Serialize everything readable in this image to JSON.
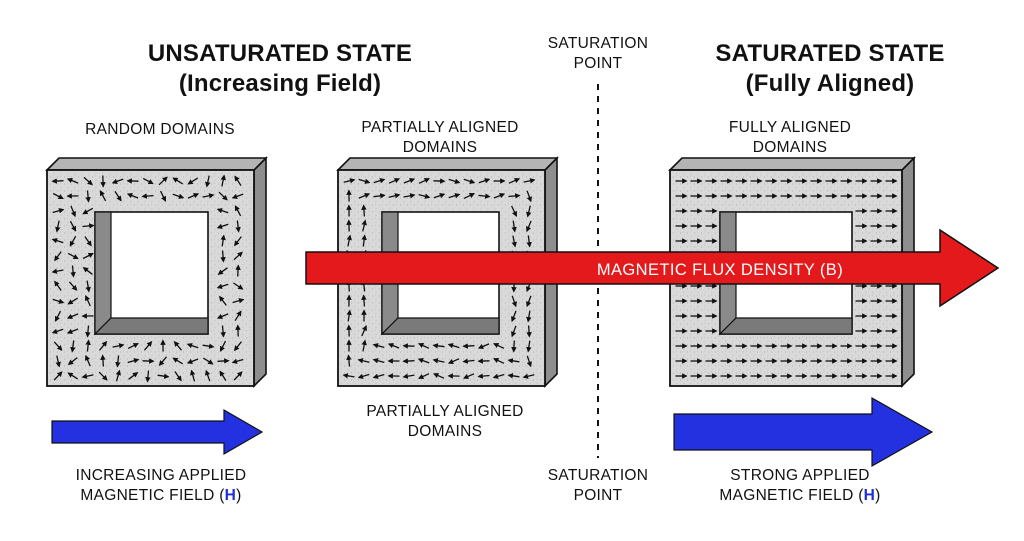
{
  "colors": {
    "flux_arrow": "#e3191b",
    "field_arrow": "#2431e0",
    "core_face": "#d9d9d9",
    "core_side": "#8e8e8e",
    "core_top": "#b4b4b4",
    "h_symbol": "#1c2fd6"
  },
  "headings": {
    "unsaturated_title": "UNSATURATED STATE",
    "unsaturated_sub": "(Increasing Field)",
    "saturated_title": "SATURATED STATE",
    "saturated_sub": "(Fully Aligned)"
  },
  "cores": {
    "random": {
      "label": "RANDOM DOMAINS",
      "arrow_style": "random"
    },
    "partial": {
      "label_line1": "PARTIALLY ALIGNED",
      "label_line2": "DOMAINS",
      "arrow_style": "circulating"
    },
    "full": {
      "label_line1": "FULLY ALIGNED",
      "label_line2": "DOMAINS",
      "arrow_style": "aligned"
    }
  },
  "partial_bottom": {
    "line1": "PARTIALLY ALIGNED",
    "line2": "DOMAINS"
  },
  "saturation_top": {
    "line1": "SATURATION",
    "line2": "POINT"
  },
  "saturation_bottom": {
    "line1": "SATURATION",
    "line2": "POINT"
  },
  "flux_label": "MAGNETIC FLUX DENSITY (B)",
  "field_left": {
    "line1": "INCREASING APPLIED",
    "line2_prefix": "MAGNETIC FIELD (",
    "symbol": "H",
    "line2_suffix": ")"
  },
  "field_right": {
    "line1": "STRONG APPLIED",
    "line2_prefix": "MAGNETIC FIELD (",
    "symbol": "H",
    "line2_suffix": ")"
  }
}
